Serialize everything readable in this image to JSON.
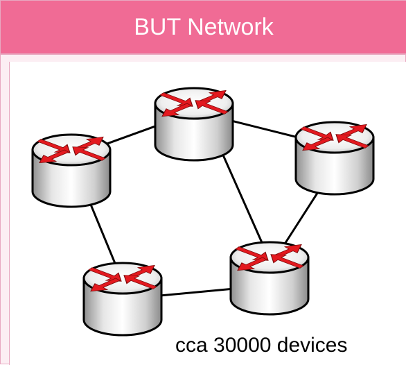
{
  "header": {
    "title": "BUT Network"
  },
  "caption": "cca 30000 devices",
  "colors": {
    "header_bg": "#f06b95",
    "panel_bg": "#fceef3",
    "panel_border": "#e8a9c1",
    "arrow_red": "#e3191f",
    "router_body": "#c8c8c8",
    "link": "#000000"
  },
  "diagram": {
    "nodes": [
      {
        "id": "router-top",
        "icon": "router-icon"
      },
      {
        "id": "router-left",
        "icon": "router-icon"
      },
      {
        "id": "router-right",
        "icon": "router-icon"
      },
      {
        "id": "router-bottom-left",
        "icon": "router-icon"
      },
      {
        "id": "router-bottom-right",
        "icon": "router-icon"
      }
    ],
    "links": [
      [
        "router-left",
        "router-top"
      ],
      [
        "router-top",
        "router-right"
      ],
      [
        "router-top",
        "router-bottom-right"
      ],
      [
        "router-right",
        "router-bottom-right"
      ],
      [
        "router-left",
        "router-bottom-left"
      ],
      [
        "router-bottom-left",
        "router-bottom-right"
      ]
    ]
  }
}
